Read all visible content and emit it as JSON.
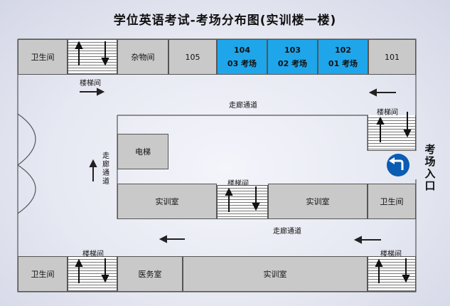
{
  "title": "学位英语考试-考场分布图(实训楼一楼)",
  "rooms": {
    "toilet_top_left": "卫生间",
    "storage": "杂物间",
    "r105": "105",
    "r104": {
      "number": "104",
      "exam": "03 考场"
    },
    "r103": {
      "number": "103",
      "exam": "02 考场"
    },
    "r102": {
      "number": "102",
      "exam": "01 考场"
    },
    "r101": "101",
    "elevator": "电梯",
    "lab_center_left": "实训室",
    "lab_center_right": "实训室",
    "toilet_mid_right": "卫生间",
    "toilet_bottom_left": "卫生间",
    "clinic": "医务室",
    "lab_bottom": "实训室"
  },
  "labels": {
    "stair_top_left": "楼梯间",
    "stair_right_upper": "楼梯间",
    "stair_center": "楼梯间",
    "stair_bottom_left": "楼梯间",
    "stair_bottom_right": "楼梯间",
    "corridor_top": "走廊通道",
    "corridor_left": "走廊通道",
    "corridor_bottom": "走廊通道",
    "entrance": "考场入口"
  },
  "colors": {
    "exam_room": "#1fa6ea",
    "room": "#c9c9c9",
    "entrance_icon": "#0b5cb3"
  }
}
